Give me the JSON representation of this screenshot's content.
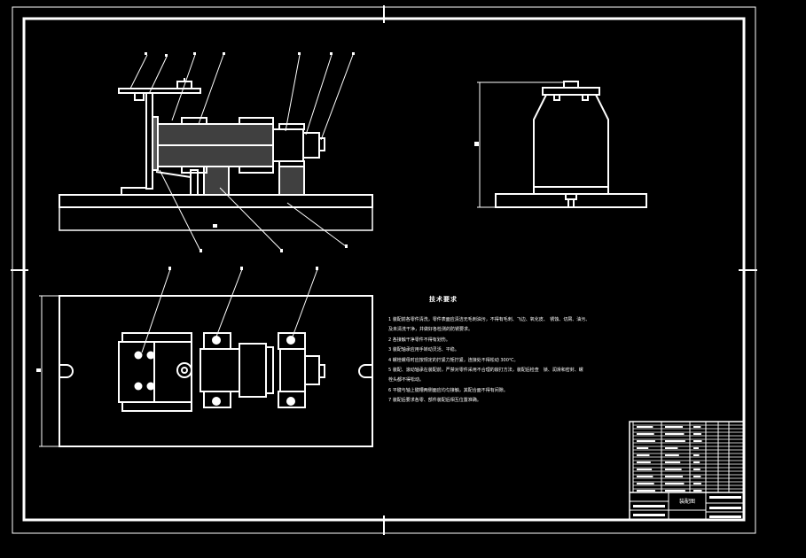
{
  "drawing": {
    "background": "#000000",
    "line_color": "#ffffff",
    "technical_requirements": {
      "title": "技术要求",
      "items": [
        "1 装配前各零件清洗，零件表面应清洁无毛刺油污，不得有毛刺、飞边、氧化皮、　锈蚀、切屑、油污、",
        "及未清洗干净，并做好各检测的防锈要求。",
        "2 各接触干净零件不得有划伤。",
        "3 装配轴承应用手转动灵活、平稳。",
        "4 螺栓螺母时应按规定的拧紧力矩拧紧，连接处不得松动 300℃。",
        "5 装配、滚动轴承在装配前，严禁对零件采用不合理的敲打方法，装配后检查　锁、润滑和密封、螺",
        "栓头都不得松动。",
        "6 平键与轴上键槽两侧面应均匀接触，其配合面不得有间隙。",
        "7 装配后要求各零、部件装配后相互位置准确。"
      ]
    },
    "title_block": {
      "drawing_name": "装配图"
    }
  }
}
